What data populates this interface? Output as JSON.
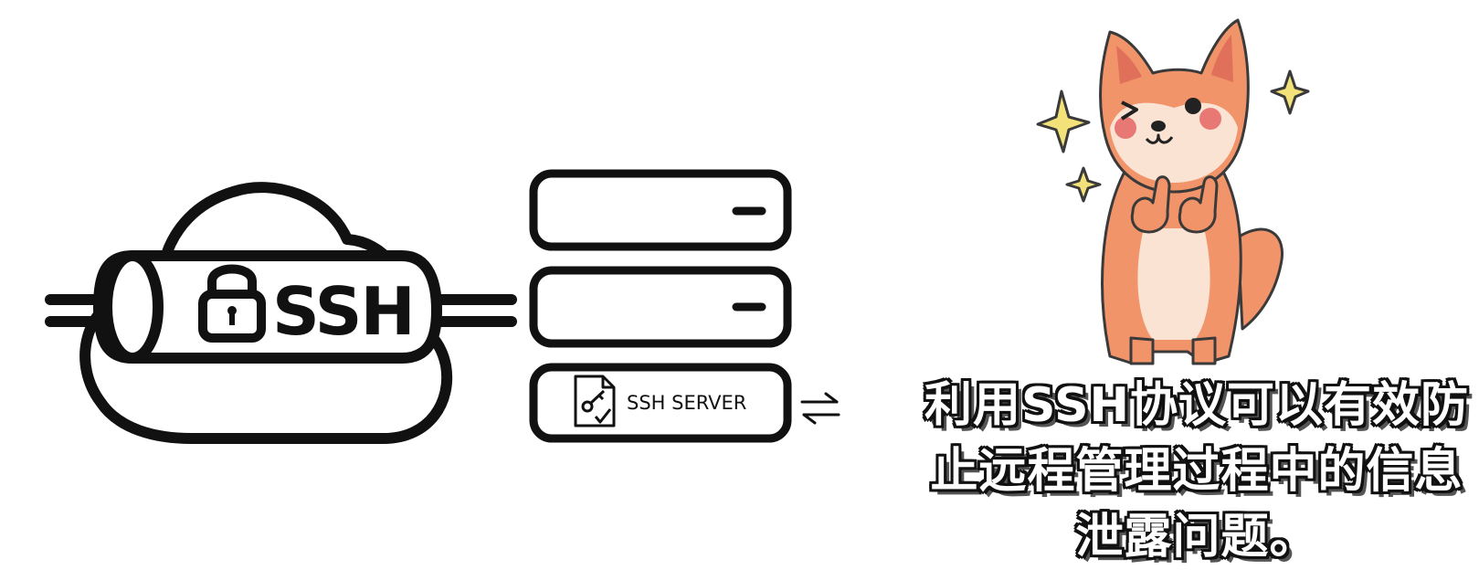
{
  "diagram": {
    "tunnel_label": "SSH",
    "server_label": "SSH SERVER",
    "colors": {
      "stroke": "#111111",
      "dog_fur": "#f2946a",
      "dog_belly": "#fbe3d3",
      "dog_cheek": "#e35d5d",
      "sparkle": "#f3e27a"
    }
  },
  "caption": {
    "line1": "利用SSH协议可以有效防",
    "line2": "止远程管理过程中的信息",
    "line3": "泄露问题。"
  }
}
